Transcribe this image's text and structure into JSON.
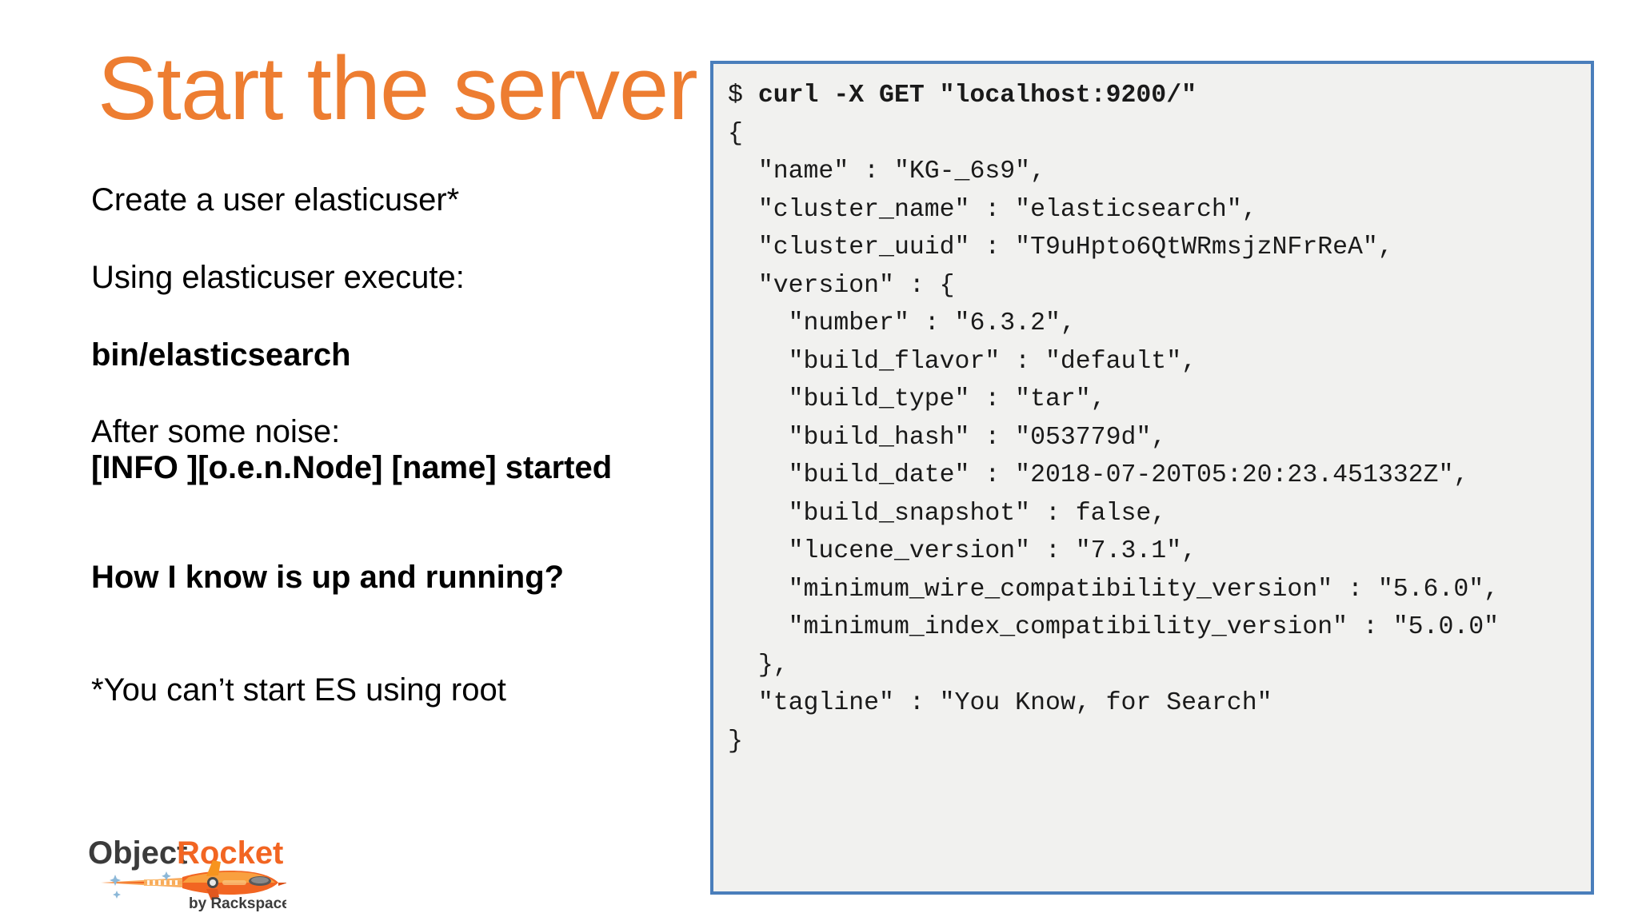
{
  "slide": {
    "title": "Start the server",
    "title_color": "#ED7D31",
    "background_color": "#FFFFFF"
  },
  "left_column": {
    "lines": [
      {
        "text": "Create a user elasticuser*",
        "bold": false
      },
      {
        "text": "Using elasticuser execute:",
        "bold": false
      },
      {
        "text": "bin/elasticsearch",
        "bold": true
      },
      {
        "text": "After some noise:",
        "bold": false
      },
      {
        "text": "[INFO ][o.e.n.Node] [name] started",
        "bold": true
      },
      {
        "text": "How I know is up and running?",
        "bold": true
      },
      {
        "text": "*You can’t start ES using root",
        "bold": false
      }
    ]
  },
  "code_panel": {
    "border_color": "#4A7EBB",
    "background_color": "#F1F1EF",
    "prompt": "$ ",
    "command": "curl -X GET \"localhost:9200/\"",
    "output": "{\n  \"name\" : \"KG-_6s9\",\n  \"cluster_name\" : \"elasticsearch\",\n  \"cluster_uuid\" : \"T9uHpto6QtWRmsjzNFrReA\",\n  \"version\" : {\n    \"number\" : \"6.3.2\",\n    \"build_flavor\" : \"default\",\n    \"build_type\" : \"tar\",\n    \"build_hash\" : \"053779d\",\n    \"build_date\" : \"2018-07-20T05:20:23.451332Z\",\n    \"build_snapshot\" : false,\n    \"lucene_version\" : \"7.3.1\",\n    \"minimum_wire_compatibility_version\" : \"5.6.0\",\n    \"minimum_index_compatibility_version\" : \"5.0.0\"\n  },\n  \"tagline\" : \"You Know, for Search\"\n}"
  },
  "logo": {
    "word_one": "Object",
    "word_two": "Rocket",
    "tagline": "by Rackspace",
    "word_one_color": "#3B3B3B",
    "word_two_color": "#F26522"
  }
}
